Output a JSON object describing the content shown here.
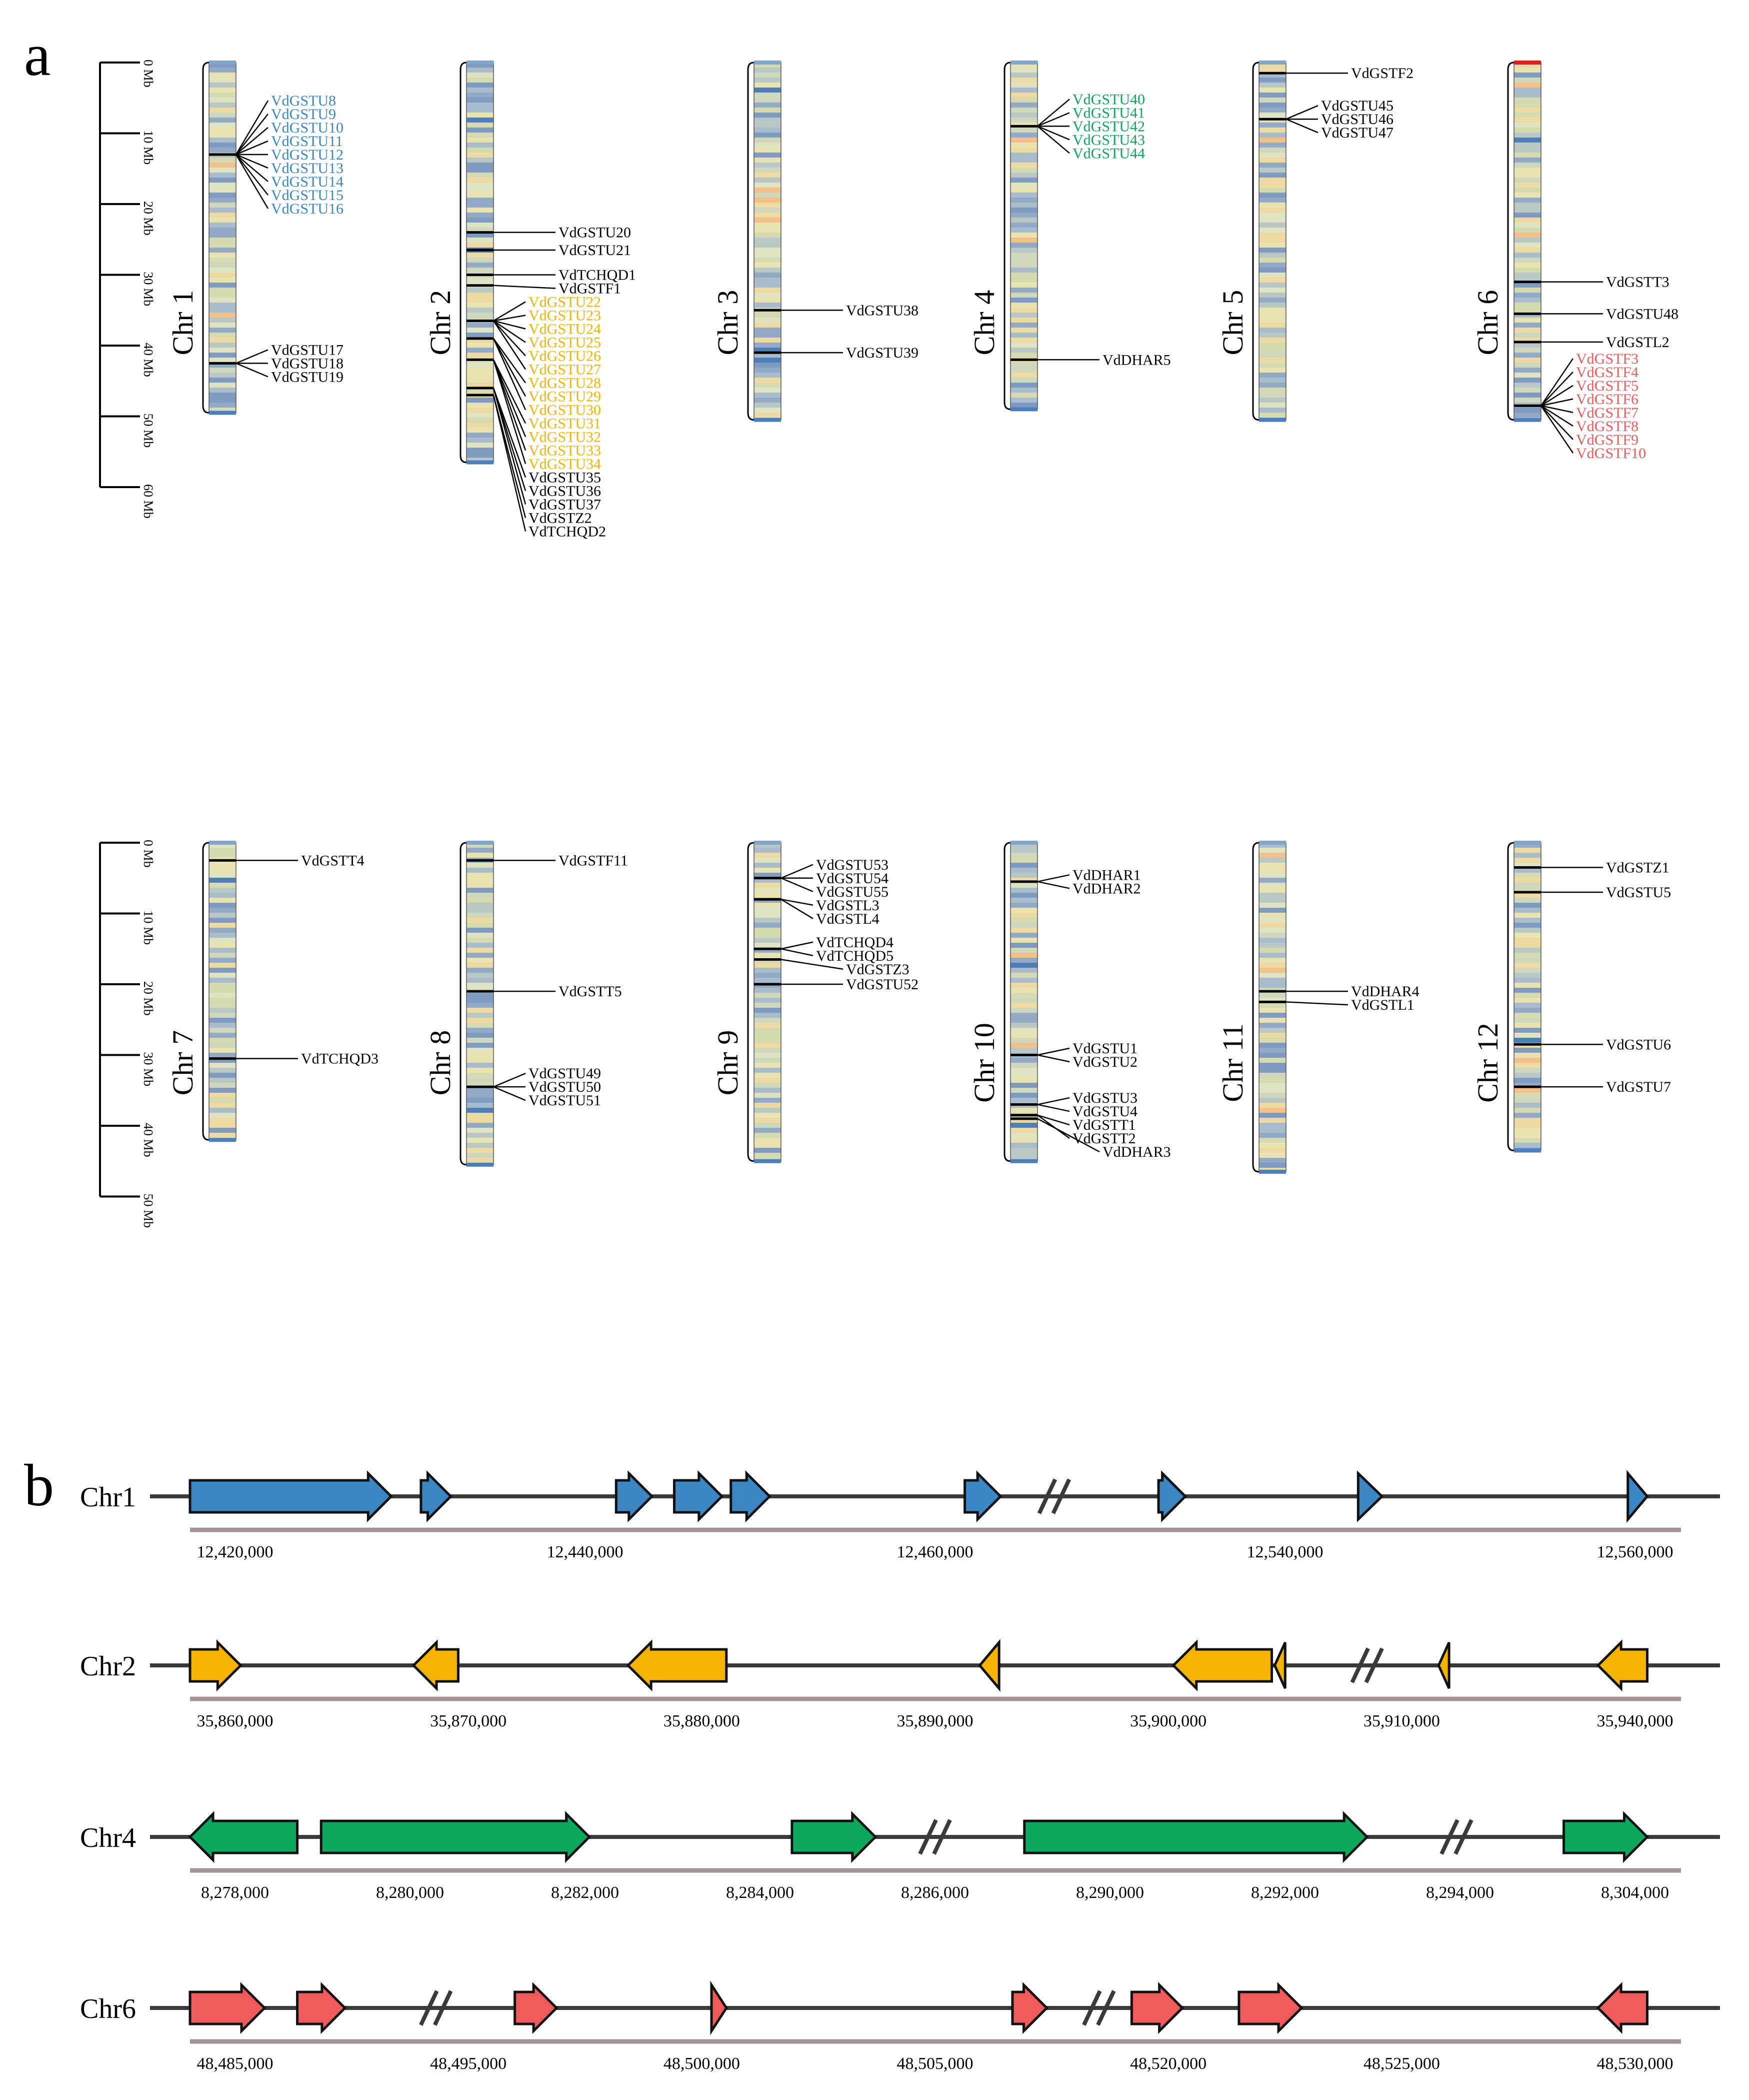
{
  "panel_a": {
    "letter": "a",
    "scales": [
      {
        "ticks": [
          "0 Mb",
          "10 Mb",
          "20 Mb",
          "30 Mb",
          "40 Mb",
          "50 Mb",
          "60 Mb"
        ]
      },
      {
        "ticks": [
          "0 Mb",
          "10 Mb",
          "20 Mb",
          "30 Mb",
          "40 Mb",
          "50 Mb"
        ]
      }
    ],
    "colors": {
      "blue": "#3b87c4",
      "orange": "#f6b400",
      "green": "#0ca85e",
      "red": "#ef5b5b",
      "black": "#000000"
    },
    "chromosomes": [
      {
        "name": "Chr 1",
        "length_mb": 49.5,
        "groups": [
          {
            "pos_mb": 13.0,
            "color": "blue",
            "genes": [
              "VdGSTU8",
              "VdGSTU9",
              "VdGSTU10",
              "VdGSTU11",
              "VdGSTU12",
              "VdGSTU13",
              "VdGSTU14",
              "VdGSTU15",
              "VdGSTU16"
            ]
          },
          {
            "pos_mb": 42.5,
            "color": "black",
            "genes": [
              "VdGSTU17",
              "VdGSTU18",
              "VdGSTU19"
            ]
          }
        ]
      },
      {
        "name": "Chr 2",
        "length_mb": 56.5,
        "groups": [
          {
            "pos_mb": 24.0,
            "color": "black",
            "genes": [
              "VdGSTU20"
            ]
          },
          {
            "pos_mb": 26.5,
            "color": "black",
            "genes": [
              "VdGSTU21"
            ]
          },
          {
            "pos_mb": 30.0,
            "color": "black",
            "genes": [
              "VdTCHQD1"
            ]
          },
          {
            "pos_mb": 31.5,
            "color": "black",
            "genes": [
              "VdGSTF1"
            ]
          },
          {
            "pos_mb": 36.5,
            "color": "orange",
            "genes": [
              "VdGSTU22",
              "VdGSTU23",
              "VdGSTU24",
              "VdGSTU25",
              "VdGSTU26",
              "VdGSTU27"
            ]
          },
          {
            "pos_mb": 39.0,
            "color": "orange",
            "genes": [
              "VdGSTU28",
              "VdGSTU29",
              "VdGSTU30"
            ]
          },
          {
            "pos_mb": 42.0,
            "color": "orange",
            "genes": [
              "VdGSTU31",
              "VdGSTU32",
              "VdGSTU33",
              "VdGSTU34"
            ]
          },
          {
            "pos_mb": 46.0,
            "color": "black",
            "genes": [
              "VdGSTU35",
              "VdGSTU36",
              "VdGSTU37"
            ]
          },
          {
            "pos_mb": 47.0,
            "color": "black",
            "genes": [
              "VdGSTZ2",
              "VdTCHQD2"
            ]
          }
        ]
      },
      {
        "name": "Chr 3",
        "length_mb": 50.5,
        "groups": [
          {
            "pos_mb": 35.0,
            "color": "black",
            "genes": [
              "VdGSTU38"
            ]
          },
          {
            "pos_mb": 41.0,
            "color": "black",
            "genes": [
              "VdGSTU39"
            ]
          }
        ]
      },
      {
        "name": "Chr 4",
        "length_mb": 49.0,
        "groups": [
          {
            "pos_mb": 9.0,
            "color": "green",
            "genes": [
              "VdGSTU40",
              "VdGSTU41",
              "VdGSTU42",
              "VdGSTU43",
              "VdGSTU44"
            ]
          },
          {
            "pos_mb": 42.0,
            "color": "black",
            "genes": [
              "VdDHAR5"
            ]
          }
        ]
      },
      {
        "name": "Chr 5",
        "length_mb": 50.5,
        "groups": [
          {
            "pos_mb": 1.5,
            "color": "black",
            "genes": [
              "VdGSTF2"
            ]
          },
          {
            "pos_mb": 8.0,
            "color": "black",
            "genes": [
              "VdGSTU45",
              "VdGSTU46",
              "VdGSTU47"
            ]
          }
        ]
      },
      {
        "name": "Chr 6",
        "length_mb": 50.5,
        "groups": [
          {
            "pos_mb": 31.0,
            "color": "black",
            "genes": [
              "VdGSTT3"
            ]
          },
          {
            "pos_mb": 35.5,
            "color": "black",
            "genes": [
              "VdGSTU48"
            ]
          },
          {
            "pos_mb": 39.5,
            "color": "black",
            "genes": [
              "VdGSTL2"
            ]
          },
          {
            "pos_mb": 48.5,
            "color": "red",
            "genes": [
              "VdGSTF3",
              "VdGSTF4",
              "VdGSTF5",
              "VdGSTF6",
              "VdGSTF7",
              "VdGSTF8",
              "VdGSTF9",
              "VdGSTF10"
            ]
          }
        ]
      },
      {
        "name": "Chr  7",
        "length_mb": 42.0,
        "groups": [
          {
            "pos_mb": 2.5,
            "color": "black",
            "genes": [
              "VdGSTT4"
            ]
          },
          {
            "pos_mb": 30.5,
            "color": "black",
            "genes": [
              "VdTCHQD3"
            ]
          }
        ]
      },
      {
        "name": "Chr 8",
        "length_mb": 45.5,
        "groups": [
          {
            "pos_mb": 2.5,
            "color": "black",
            "genes": [
              "VdGSTF11"
            ]
          },
          {
            "pos_mb": 21.0,
            "color": "black",
            "genes": [
              "VdGSTT5"
            ]
          },
          {
            "pos_mb": 34.5,
            "color": "black",
            "genes": [
              "VdGSTU49",
              "VdGSTU50",
              "VdGSTU51"
            ]
          }
        ]
      },
      {
        "name": "Chr  9",
        "length_mb": 45.0,
        "groups": [
          {
            "pos_mb": 5.0,
            "color": "black",
            "genes": [
              "VdGSTU53",
              "VdGSTU54",
              "VdGSTU55"
            ]
          },
          {
            "pos_mb": 8.0,
            "color": "black",
            "genes": [
              "VdGSTL3",
              "VdGSTL4"
            ]
          },
          {
            "pos_mb": 15.0,
            "color": "black",
            "genes": [
              "VdTCHQD4",
              "VdTCHQD5"
            ]
          },
          {
            "pos_mb": 16.5,
            "color": "black",
            "genes": [
              "VdGSTZ3"
            ]
          },
          {
            "pos_mb": 20.0,
            "color": "black",
            "genes": [
              "VdGSTU52"
            ]
          }
        ]
      },
      {
        "name": "Chr 10",
        "length_mb": 45.0,
        "groups": [
          {
            "pos_mb": 5.5,
            "color": "black",
            "genes": [
              "VdDHAR1",
              "VdDHAR2"
            ]
          },
          {
            "pos_mb": 30.0,
            "color": "black",
            "genes": [
              "VdGSTU1",
              "VdGSTU2"
            ]
          },
          {
            "pos_mb": 37.0,
            "color": "black",
            "genes": [
              "VdGSTU3",
              "VdGSTU4"
            ]
          },
          {
            "pos_mb": 38.5,
            "color": "black",
            "genes": [
              "VdGSTT1",
              "VdGSTT2"
            ]
          },
          {
            "pos_mb": 39.0,
            "color": "black",
            "genes": [
              "VdDHAR3"
            ]
          }
        ]
      },
      {
        "name": "Chr 11",
        "length_mb": 46.5,
        "groups": [
          {
            "pos_mb": 21.0,
            "color": "black",
            "genes": [
              "VdDHAR4"
            ]
          },
          {
            "pos_mb": 22.5,
            "color": "black",
            "genes": [
              "VdGSTL1"
            ]
          }
        ]
      },
      {
        "name": "Chr 12",
        "length_mb": 43.5,
        "groups": [
          {
            "pos_mb": 3.5,
            "color": "black",
            "genes": [
              "VdGSTZ1"
            ]
          },
          {
            "pos_mb": 7.0,
            "color": "black",
            "genes": [
              "VdGSTU5"
            ]
          },
          {
            "pos_mb": 28.5,
            "color": "black",
            "genes": [
              "VdGSTU6"
            ]
          },
          {
            "pos_mb": 34.5,
            "color": "black",
            "genes": [
              "VdGSTU7"
            ]
          }
        ]
      }
    ]
  },
  "panel_b": {
    "letter": "b",
    "tracks": [
      {
        "label": "Chr1",
        "color": "#3b87c4",
        "ticks": [
          "12,420,000",
          "12,440,000",
          "12,460,000",
          "12,540,000",
          "12,560,000"
        ],
        "genes": [
          {
            "start": 0.0,
            "end": 0.135,
            "strand": "+"
          },
          {
            "start": 0.155,
            "end": 0.175,
            "strand": "+"
          },
          {
            "start": 0.286,
            "end": 0.31,
            "strand": "+"
          },
          {
            "start": 0.325,
            "end": 0.357,
            "strand": "+"
          },
          {
            "start": 0.363,
            "end": 0.389,
            "strand": "+"
          },
          {
            "start": 0.52,
            "end": 0.544,
            "strand": "+"
          },
          {
            "start": 0.65,
            "end": 0.668,
            "strand": "+"
          },
          {
            "start": 0.784,
            "end": 0.8,
            "strand": "+"
          },
          {
            "start": 0.965,
            "end": 0.978,
            "strand": "+"
          }
        ],
        "breaks": [
          0.58
        ]
      },
      {
        "label": "Chr2",
        "color": "#f6b400",
        "ticks": [
          "35,860,000",
          "35,870,000",
          "35,880,000",
          "35,890,000",
          "35,900,000",
          "35,910,000",
          "35,940,000"
        ],
        "genes": [
          {
            "start": 0.0,
            "end": 0.034,
            "strand": "+"
          },
          {
            "start": 0.15,
            "end": 0.18,
            "strand": "-"
          },
          {
            "start": 0.294,
            "end": 0.36,
            "strand": "-"
          },
          {
            "start": 0.53,
            "end": 0.543,
            "strand": "-"
          },
          {
            "start": 0.66,
            "end": 0.726,
            "strand": "-"
          },
          {
            "start": 0.728,
            "end": 0.735,
            "strand": "-"
          },
          {
            "start": 0.838,
            "end": 0.845,
            "strand": "-"
          },
          {
            "start": 0.945,
            "end": 0.978,
            "strand": "-"
          }
        ],
        "breaks": [
          0.79
        ]
      },
      {
        "label": "Chr4",
        "color": "#0ca85e",
        "ticks": [
          "8,278,000",
          "8,280,000",
          "8,282,000",
          "8,284,000",
          "8,286,000",
          "8,290,000",
          "8,292,000",
          "8,294,000",
          "8,304,000"
        ],
        "genes": [
          {
            "start": 0.0,
            "end": 0.072,
            "strand": "-"
          },
          {
            "start": 0.088,
            "end": 0.268,
            "strand": "+"
          },
          {
            "start": 0.404,
            "end": 0.46,
            "strand": "+"
          },
          {
            "start": 0.56,
            "end": 0.79,
            "strand": "+"
          },
          {
            "start": 0.922,
            "end": 0.978,
            "strand": "+"
          }
        ],
        "breaks": [
          0.5,
          0.85
        ]
      },
      {
        "label": "Chr6",
        "color": "#ef5b5b",
        "ticks": [
          "48,485,000",
          "48,495,000",
          "48,500,000",
          "48,505,000",
          "48,520,000",
          "48,525,000",
          "48,530,000"
        ],
        "genes": [
          {
            "start": 0.0,
            "end": 0.05,
            "strand": "+"
          },
          {
            "start": 0.072,
            "end": 0.104,
            "strand": "+"
          },
          {
            "start": 0.218,
            "end": 0.246,
            "strand": "+"
          },
          {
            "start": 0.35,
            "end": 0.36,
            "strand": "+"
          },
          {
            "start": 0.552,
            "end": 0.575,
            "strand": "+"
          },
          {
            "start": 0.632,
            "end": 0.666,
            "strand": "+"
          },
          {
            "start": 0.704,
            "end": 0.746,
            "strand": "+"
          },
          {
            "start": 0.945,
            "end": 0.978,
            "strand": "-"
          }
        ],
        "breaks": [
          0.165,
          0.61
        ]
      }
    ]
  }
}
